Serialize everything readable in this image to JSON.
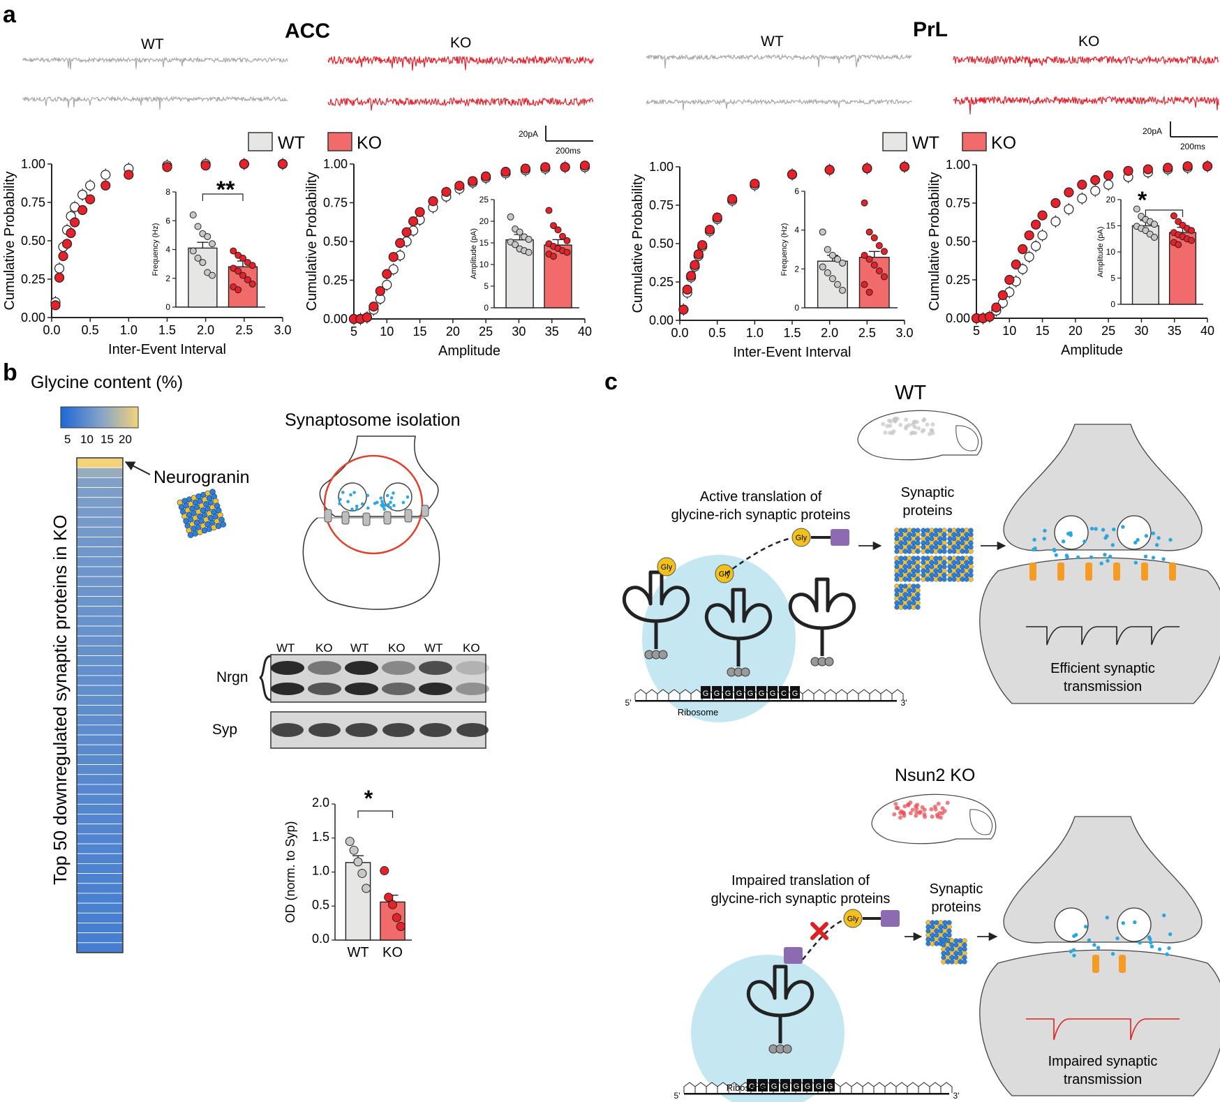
{
  "panels": {
    "a": "a",
    "b": "b",
    "c": "c"
  },
  "panel_a": {
    "regions": [
      "ACC",
      "PrL"
    ],
    "trace_labels": {
      "wt": "WT",
      "ko": "KO"
    },
    "scale_bar": {
      "current": "20pA",
      "time": "200ms"
    },
    "legend": {
      "wt": "WT",
      "ko": "KO"
    },
    "significance": {
      "acc_freq": "**",
      "prl_amp": "*"
    },
    "colors": {
      "wt": "#e6e6e4",
      "ko": "#f26b6b",
      "ko_trace": "#e8202a",
      "wt_trace": "#a8a8a8"
    }
  },
  "chart_data": [
    {
      "type": "scatter",
      "title": "",
      "xlabel": "Inter-Event Interval",
      "ylabel": "Cumulative Probability",
      "xlim": [
        0,
        3.0
      ],
      "ylim": [
        0,
        1.0
      ],
      "xticks": [
        "0.0",
        "0.5",
        "1.0",
        "1.5",
        "2.0",
        "2.5",
        "3.0"
      ],
      "yticks": [
        "0.00",
        "0.25",
        "0.50",
        "0.75",
        "1.00"
      ],
      "series": [
        {
          "name": "WT",
          "x": [
            0.05,
            0.1,
            0.15,
            0.2,
            0.25,
            0.3,
            0.4,
            0.5,
            0.7,
            1.0,
            1.5,
            2.0,
            2.5,
            3.0
          ],
          "y": [
            0.1,
            0.32,
            0.46,
            0.57,
            0.66,
            0.72,
            0.8,
            0.86,
            0.93,
            0.97,
            0.99,
            1.0,
            1.0,
            1.0
          ]
        },
        {
          "name": "KO",
          "x": [
            0.05,
            0.1,
            0.15,
            0.2,
            0.25,
            0.3,
            0.4,
            0.5,
            0.7,
            1.0,
            1.5,
            2.0,
            2.5,
            3.0
          ],
          "y": [
            0.08,
            0.26,
            0.4,
            0.48,
            0.55,
            0.62,
            0.7,
            0.77,
            0.86,
            0.93,
            0.98,
            0.99,
            1.0,
            1.0
          ]
        }
      ]
    },
    {
      "type": "bar",
      "title": "",
      "xlabel": "",
      "ylabel": "Frequency (Hz)",
      "ylim": [
        0,
        8
      ],
      "yticks": [
        "0",
        "2",
        "4",
        "6",
        "8"
      ],
      "categories": [
        "WT",
        "KO"
      ],
      "values": [
        4.1,
        2.8
      ],
      "points": {
        "WT": [
          6.4,
          5.6,
          5.1,
          4.9,
          4.4,
          3.9,
          3.4,
          3.1,
          2.4,
          2.2
        ],
        "KO": [
          3.9,
          3.6,
          3.4,
          3.1,
          2.9,
          2.7,
          2.5,
          2.2,
          1.9,
          1.6,
          1.4,
          1.2
        ]
      }
    },
    {
      "type": "scatter",
      "title": "",
      "xlabel": "Amplitude",
      "ylabel": "Cumulative Probability",
      "xlim": [
        5,
        40
      ],
      "ylim": [
        0,
        1.0
      ],
      "xticks": [
        "5",
        "10",
        "15",
        "20",
        "25",
        "30",
        "35",
        "40"
      ],
      "yticks": [
        "0.00",
        "0.25",
        "0.50",
        "0.75",
        "1.00"
      ],
      "series": [
        {
          "name": "WT",
          "x": [
            5,
            6,
            7,
            8,
            9,
            10,
            11,
            12,
            13,
            14,
            15,
            17,
            19,
            21,
            23,
            25,
            28,
            31,
            34,
            37,
            40
          ],
          "y": [
            0,
            0,
            0.01,
            0.06,
            0.13,
            0.22,
            0.32,
            0.41,
            0.5,
            0.57,
            0.64,
            0.72,
            0.79,
            0.84,
            0.88,
            0.91,
            0.94,
            0.96,
            0.97,
            0.98,
            0.98
          ]
        },
        {
          "name": "KO",
          "x": [
            5,
            6,
            7,
            8,
            9,
            10,
            11,
            12,
            13,
            14,
            15,
            17,
            19,
            21,
            23,
            25,
            28,
            31,
            34,
            37,
            40
          ],
          "y": [
            0,
            0,
            0.01,
            0.08,
            0.18,
            0.29,
            0.4,
            0.49,
            0.56,
            0.63,
            0.69,
            0.76,
            0.82,
            0.86,
            0.89,
            0.92,
            0.95,
            0.97,
            0.98,
            0.98,
            0.99
          ]
        }
      ]
    },
    {
      "type": "bar",
      "title": "",
      "xlabel": "",
      "ylabel": "Amplitude (pA)",
      "ylim": [
        0,
        25
      ],
      "yticks": [
        "0",
        "5",
        "10",
        "15",
        "20",
        "25"
      ],
      "categories": [
        "WT",
        "KO"
      ],
      "values": [
        15.7,
        14.5
      ],
      "points": {
        "WT": [
          21,
          18.2,
          17.5,
          16.4,
          15.8,
          15.2,
          14.6,
          13.6,
          13.2,
          12.8
        ],
        "KO": [
          22.5,
          19,
          18,
          16.5,
          15.5,
          14.8,
          14.2,
          13.7,
          13.2,
          12.8,
          12.4,
          11.9
        ]
      }
    },
    {
      "type": "scatter",
      "title": "",
      "xlabel": "Inter-Event Interval",
      "ylabel": "Cumulative Probability",
      "xlim": [
        0,
        3.0
      ],
      "ylim": [
        0,
        1.0
      ],
      "xticks": [
        "0.0",
        "0.5",
        "1.0",
        "1.5",
        "2.0",
        "2.5",
        "3.0"
      ],
      "yticks": [
        "0.00",
        "0.25",
        "0.50",
        "0.75",
        "1.00"
      ],
      "series": [
        {
          "name": "WT",
          "x": [
            0.05,
            0.1,
            0.15,
            0.2,
            0.25,
            0.3,
            0.4,
            0.5,
            0.7,
            1.0,
            1.5,
            2.0,
            2.5,
            3.0
          ],
          "y": [
            0.07,
            0.18,
            0.28,
            0.35,
            0.42,
            0.48,
            0.58,
            0.66,
            0.78,
            0.88,
            0.95,
            0.98,
            0.99,
            1.0
          ]
        },
        {
          "name": "KO",
          "x": [
            0.05,
            0.1,
            0.15,
            0.2,
            0.25,
            0.3,
            0.4,
            0.5,
            0.7,
            1.0,
            1.5,
            2.0,
            2.5,
            3.0
          ],
          "y": [
            0.07,
            0.2,
            0.29,
            0.36,
            0.43,
            0.49,
            0.59,
            0.67,
            0.79,
            0.89,
            0.95,
            0.98,
            0.99,
            1.0
          ]
        }
      ]
    },
    {
      "type": "bar",
      "title": "",
      "xlabel": "",
      "ylabel": "Frequency (Hz)",
      "ylim": [
        0,
        6
      ],
      "yticks": [
        "0",
        "2",
        "4",
        "6"
      ],
      "categories": [
        "WT",
        "KO"
      ],
      "values": [
        2.4,
        2.6
      ],
      "points": {
        "WT": [
          3.9,
          3.0,
          2.7,
          2.5,
          2.3,
          2.1,
          1.8,
          1.5,
          1.2,
          0.9
        ],
        "KO": [
          5.4,
          3.9,
          3.6,
          3.2,
          2.9,
          2.7,
          2.5,
          2.2,
          1.9,
          1.6,
          1.2,
          0.8
        ]
      }
    },
    {
      "type": "scatter",
      "title": "",
      "xlabel": "Amplitude",
      "ylabel": "Cumulative Probability",
      "xlim": [
        5,
        40
      ],
      "ylim": [
        0,
        1.0
      ],
      "xticks": [
        "5",
        "10",
        "15",
        "20",
        "25",
        "30",
        "35",
        "40"
      ],
      "yticks": [
        "0.00",
        "0.25",
        "0.50",
        "0.75",
        "1.00"
      ],
      "series": [
        {
          "name": "WT",
          "x": [
            5,
            6,
            7,
            8,
            9,
            10,
            11,
            12,
            13,
            14,
            15,
            17,
            19,
            21,
            23,
            25,
            28,
            31,
            34,
            37,
            40
          ],
          "y": [
            0,
            0,
            0.01,
            0.05,
            0.1,
            0.17,
            0.24,
            0.32,
            0.4,
            0.47,
            0.54,
            0.63,
            0.71,
            0.78,
            0.83,
            0.87,
            0.92,
            0.95,
            0.97,
            0.98,
            0.99
          ]
        },
        {
          "name": "KO",
          "x": [
            5,
            6,
            7,
            8,
            9,
            10,
            11,
            12,
            13,
            14,
            15,
            17,
            19,
            21,
            23,
            25,
            28,
            31,
            34,
            37,
            40
          ],
          "y": [
            0,
            0,
            0.01,
            0.07,
            0.15,
            0.25,
            0.35,
            0.45,
            0.54,
            0.61,
            0.67,
            0.75,
            0.82,
            0.87,
            0.9,
            0.93,
            0.96,
            0.97,
            0.98,
            0.99,
            0.99
          ]
        }
      ]
    },
    {
      "type": "bar",
      "title": "",
      "xlabel": "",
      "ylabel": "Amplitude (pA)",
      "ylim": [
        0,
        20
      ],
      "yticks": [
        "0",
        "5",
        "10",
        "15",
        "20"
      ],
      "categories": [
        "WT",
        "KO"
      ],
      "values": [
        15.0,
        13.7
      ],
      "points": {
        "WT": [
          18.2,
          16.8,
          16.2,
          15.8,
          15.3,
          14.9,
          14.5,
          14.1,
          13.4,
          12.8
        ],
        "KO": [
          16.9,
          15.8,
          15.1,
          14.5,
          14.1,
          13.7,
          13.3,
          12.9,
          12.5,
          12.2,
          11.8,
          11.4
        ]
      }
    },
    {
      "type": "bar",
      "title": "",
      "xlabel": "",
      "ylabel": "OD (norm. to Syp)",
      "ylim": [
        0,
        2.0
      ],
      "yticks": [
        "0.0",
        "0.5",
        "1.0",
        "1.5",
        "2.0"
      ],
      "categories": [
        "WT",
        "KO"
      ],
      "values": [
        1.14,
        0.56
      ],
      "points": {
        "WT": [
          1.45,
          1.32,
          1.15,
          0.98,
          0.76
        ],
        "KO": [
          1.02,
          0.63,
          0.52,
          0.33,
          0.2
        ]
      }
    }
  ],
  "panel_b": {
    "heatmap_title": "Glycine content (%)",
    "colorbar_ticks": [
      "5",
      "10",
      "15",
      "20"
    ],
    "colorbar_colors": [
      "#1f67d6",
      "#8aa6c6",
      "#f3d27a"
    ],
    "vertical_label": "Top 50 downregulated synaptic proteins in KO",
    "neurogranin_label": "Neurogranin",
    "heatmap_values": [
      21,
      14,
      12,
      11.5,
      11.3,
      11.1,
      11,
      10.8,
      10.6,
      10.5,
      10.4,
      10.3,
      10.2,
      10.1,
      10,
      9.9,
      9.8,
      9.7,
      9.6,
      9.5,
      9.4,
      9.3,
      9.2,
      9.1,
      9,
      8.9,
      8.8,
      8.7,
      8.6,
      8.5,
      8.4,
      8.3,
      8.2,
      8.1,
      8,
      7.9,
      7.8,
      7.7,
      7.6,
      7.5,
      7.4,
      7.3,
      7.2,
      7.1,
      7,
      6.9,
      6.8,
      6.7,
      6.6,
      6.5
    ],
    "synaptosome_title": "Synaptosome isolation",
    "blot_lanes": [
      "WT",
      "KO",
      "WT",
      "KO",
      "WT",
      "KO"
    ],
    "blot_rows": [
      "Nrgn",
      "Syp"
    ],
    "od_sig": "*",
    "od_categories": [
      "WT",
      "KO"
    ]
  },
  "panel_c": {
    "wt_title": "WT",
    "ko_title": "Nsun2 KO",
    "wt_translation": [
      "Active translation of",
      "glycine-rich synaptic proteins"
    ],
    "ko_translation": [
      "Impaired translation of",
      "glycine-rich synaptic proteins"
    ],
    "synaptic_proteins": [
      "Synaptic",
      "proteins"
    ],
    "gly": "Gly",
    "ribosome": "Ribosome",
    "five_prime": "5'",
    "three_prime": "3'",
    "codon_g": "G",
    "codon_c": "C",
    "wt_outcome": [
      "Efficient synaptic",
      "transmission"
    ],
    "ko_outcome": [
      "Impaired synaptic",
      "transmission"
    ]
  }
}
